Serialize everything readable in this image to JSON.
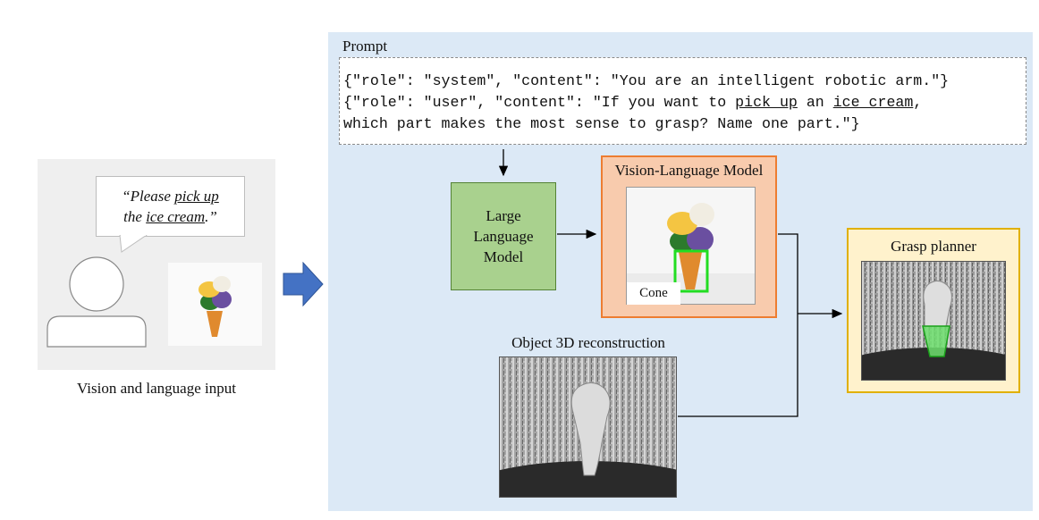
{
  "input": {
    "quote_line1_pre": "“Please ",
    "quote_line1_link": "pick up",
    "quote_line2_pre": "the ",
    "quote_line2_link": "ice cream",
    "quote_line2_post": ".”",
    "caption": "Vision and language input"
  },
  "prompt": {
    "label": "Prompt",
    "line1": "{\"role\": \"system\", \"content\": \"You are an intelligent robotic arm.\"}",
    "line2_a": "{\"role\": \"user\", \"content\": \"If you want to ",
    "line2_link1": "pick up",
    "line2_b": " an ",
    "line2_link2": "ice cream",
    "line2_c": ",",
    "line3": "which part makes the most sense to grasp? Name one part.\"}"
  },
  "llm": {
    "line1": "Large",
    "line2": "Language",
    "line3": "Model"
  },
  "vlm": {
    "title": "Vision-Language Model",
    "detected_label": "Cone"
  },
  "grasp": {
    "title": "Grasp planner"
  },
  "reconstruction": {
    "title": "Object 3D reconstruction"
  },
  "colors": {
    "panel_bg": "#dce9f6",
    "llm_fill": "#a9d18e",
    "vlm_fill": "#f8cbad",
    "vlm_border": "#ed7d31",
    "grasp_fill": "#fff2cc",
    "grasp_border": "#e0b000",
    "arrow_blue": "#4472c4",
    "detect_green": "#22dd22"
  }
}
